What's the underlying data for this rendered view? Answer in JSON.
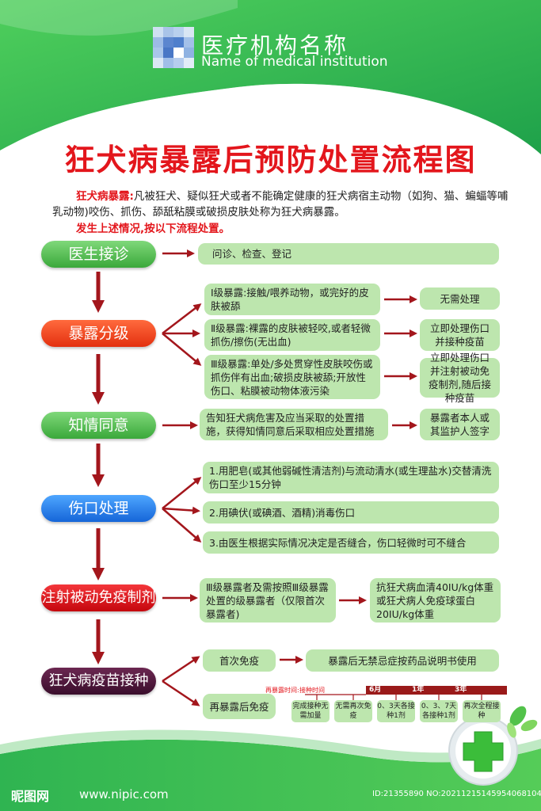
{
  "header": {
    "institution_name": "医疗机构名称",
    "institution_name_en": "Name of medical institution"
  },
  "title": "狂犬病暴露后预防处置流程图",
  "intro": {
    "term": "狂犬病暴露:",
    "definition": "凡被狂犬、疑似狂犬或者不能确定健康的狂犬病宿主动物（如狗、猫、蝙蝠等哺乳动物)咬伤、抓伤、舔舐粘膜或破损皮肤处称为狂犬病暴露。",
    "instruction": "发生上述情况,按以下流程处置。"
  },
  "steps": {
    "doctor": "医生接诊",
    "grading": "暴露分级",
    "consent": "知情同意",
    "wound": "伤口处理",
    "passive": "注射被动免疫制剂",
    "vaccine": "狂犬病疫苗接种"
  },
  "doctor": {
    "detail": "问诊、检查、登记"
  },
  "grading": {
    "level1": "Ⅰ级暴露:接触/喂养动物，或完好的皮肤被舔",
    "level1_action": "无需处理",
    "level2": "Ⅱ级暴露:裸露的皮肤被轻咬,或者轻微抓伤/擦伤(无出血)",
    "level2_action": "立即处理伤口并接种疫苗",
    "level3": "Ⅲ级暴露:单处/多处贯穿性皮肤咬伤或抓伤伴有出血;破损皮肤被舔;开放性伤口、粘膜被动物体液污染",
    "level3_action": "立即处理伤口并注射被动免疫制剂,随后接种疫苗"
  },
  "consent": {
    "detail": "告知狂犬病危害及应当采取的处置措施，获得知情同意后采取相应处置措施",
    "sign": "暴露者本人或其监护人签字"
  },
  "wound": {
    "item1": "1.用肥皂(或其他弱碱性清洁剂)与流动清水(或生理盐水)交替清洗伤口至少15分钟",
    "item2": "2.用碘伏(或碘酒、酒精)消毒伤口",
    "item3": "3.由医生根据实际情况决定是否缝合，伤口轻微时可不缝合"
  },
  "passive": {
    "who": "Ⅲ级暴露者及需按照Ⅲ级暴露处置的级暴露者（仅限首次暴露者)",
    "dose": "抗狂犬病血清40IU/kg体重或狂犬病人免疫球蛋白20IU/kg体重"
  },
  "vaccine": {
    "first": "首次免疫",
    "first_detail": "暴露后无禁忌症按药品说明书使用",
    "again": "再暴露后免疫",
    "timeline_label1": "再暴露时间:",
    "timeline_label2": "接种时间",
    "ticks": [
      "6月",
      "1年",
      "3年"
    ],
    "options": [
      "完成接种无需加量",
      "无需再次免疫",
      "0、3天各接种1剂",
      "0、3、7天各接种1剂",
      "再次全程接种"
    ]
  },
  "footer": {
    "site_logo": "昵图网",
    "url": "www.nipic.com",
    "id_text": "ID:21355890 NO:20211215145954068104"
  },
  "colors": {
    "brand_green": "#2fb14a",
    "title_red": "#e3161c",
    "box_green": "#bde6ae",
    "arrow_red": "#a3161c"
  }
}
